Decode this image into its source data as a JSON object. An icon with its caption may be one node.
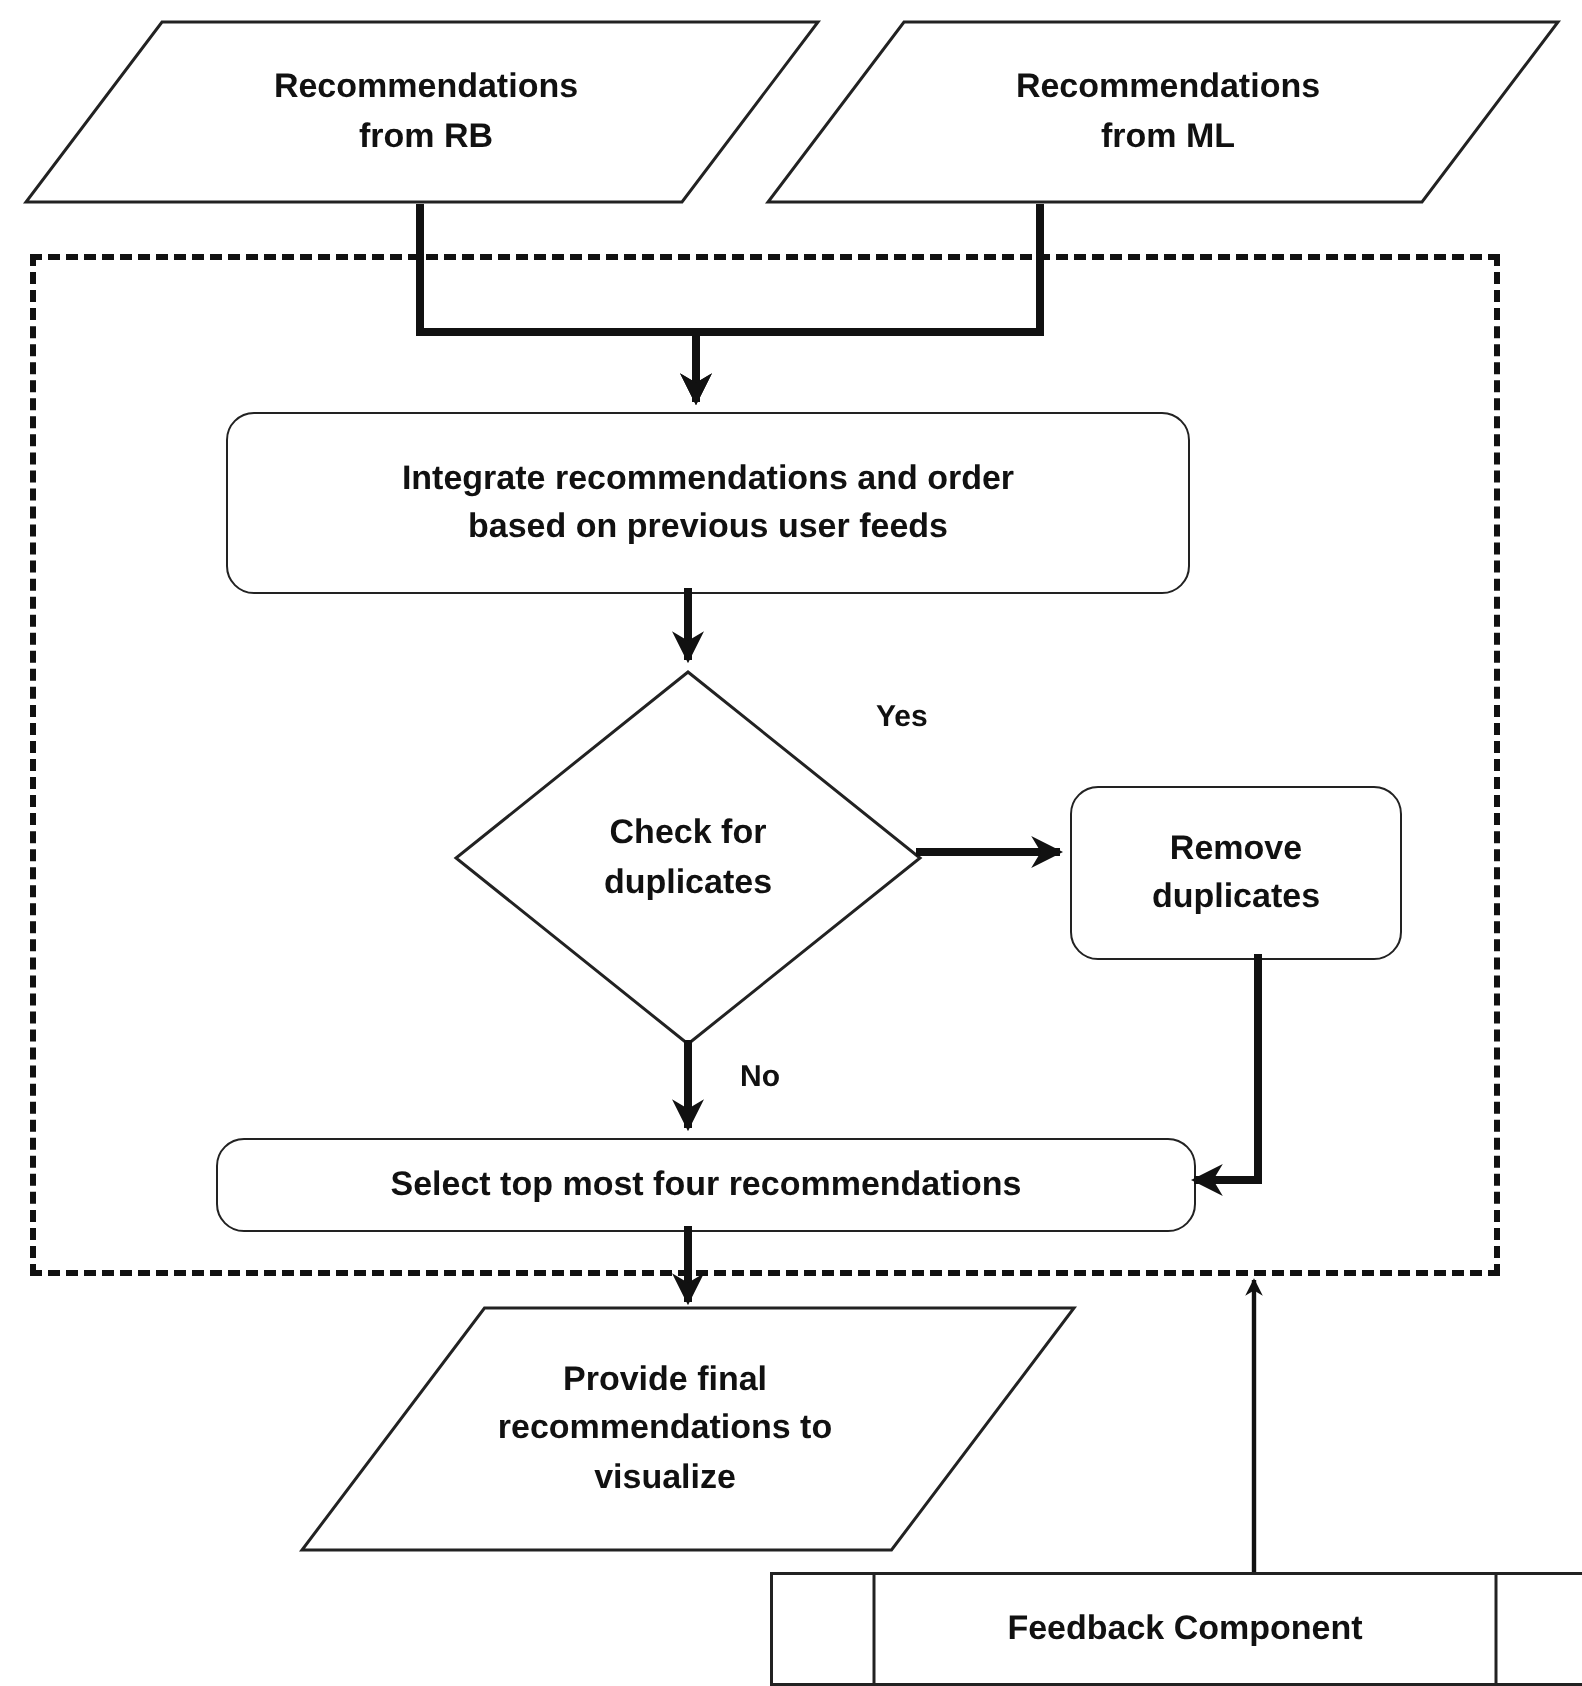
{
  "diagram": {
    "nodes": [
      {
        "text": [
          "Recommendations from RB"
        ]
      },
      {
        "text": [
          "Recommendations from ML"
        ]
      },
      {
        "text": [],
        "shape": "box"
      },
      {
        "text": [
          "Integrate recommendations and order based on previous user feeds"
        ],
        "in": 2
      },
      {
        "text": [
          "Check for duplicates"
        ],
        "in": 2
      },
      {
        "text": [
          "Remove duplicates"
        ],
        "in": 2
      },
      {
        "text": [
          "Select top most four recommendations"
        ],
        "in": 2
      },
      {
        "text": [
          "Provide final recommendations to visualize"
        ]
      },
      {
        "text": [
          "Feedback Component"
        ]
      }
    ],
    "edges": [
      {
        "from": 0,
        "to": 3,
        "arrow": "to"
      },
      {
        "from": 1,
        "to": 3,
        "arrow": "to"
      },
      {
        "from": 3,
        "to": 4,
        "arrow": "to"
      },
      {
        "from": 4,
        "to": 5,
        "arrow": "to",
        "label": "Yes"
      },
      {
        "from": 4,
        "to": 6,
        "arrow": "to",
        "label": "No"
      },
      {
        "from": 5,
        "to": 6,
        "arrow": "to"
      },
      {
        "from": 6,
        "to": 7,
        "arrow": "to"
      },
      {
        "from": 8,
        "to": 2,
        "arrow": "to"
      }
    ]
  }
}
